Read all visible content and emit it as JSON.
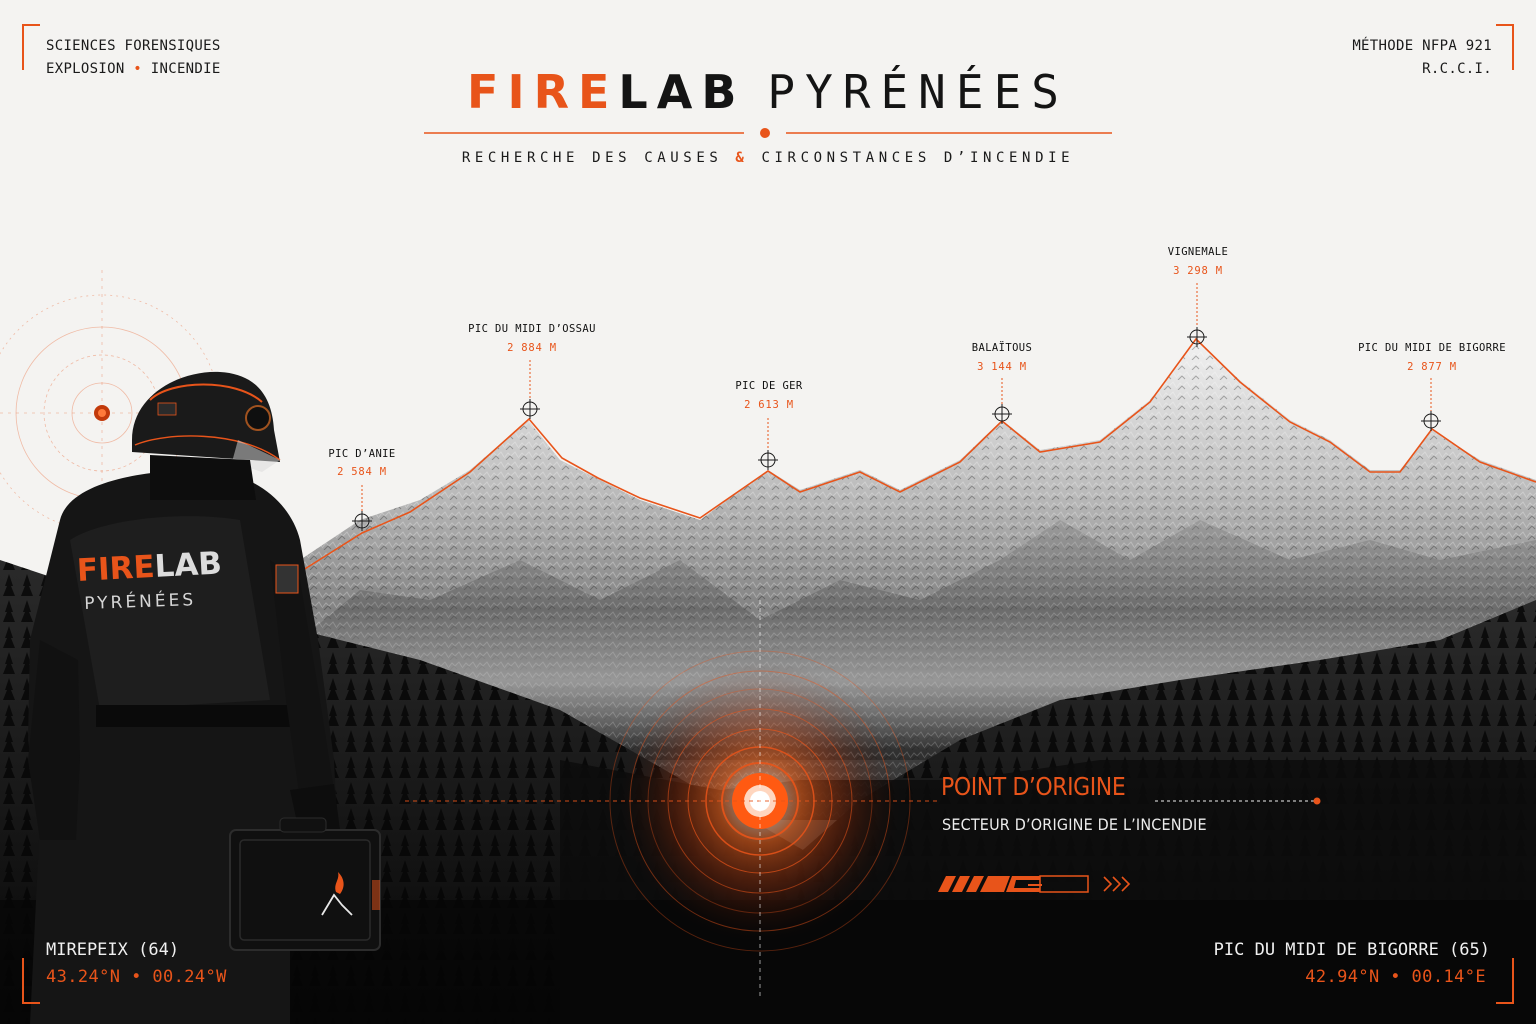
{
  "header": {
    "corner_tl_line1": "SCIENCES FORENSIQUES",
    "corner_tl_line2_a": "EXPLOSION",
    "corner_tl_line2_sep": "•",
    "corner_tl_line2_b": "INCENDIE",
    "corner_tr_line1": "MÉTHODE NFPA 921",
    "corner_tr_line2": "R.C.C.I.",
    "title_fire": "FIRE",
    "title_lab": "LAB",
    "title_pyrenees": "PYRÉNÉES",
    "subtitle_a": "RECHERCHE DES CAUSES",
    "subtitle_amp": "&",
    "subtitle_b": "CIRCONSTANCES D’INCENDIE"
  },
  "peaks": [
    {
      "name": "PIC D’ANIE",
      "altitude": "2 584 M"
    },
    {
      "name": "PIC DU MIDI D’OSSAU",
      "altitude": "2 884 M"
    },
    {
      "name": "PIC DE GER",
      "altitude": "2 613 M"
    },
    {
      "name": "BALAÏTOUS",
      "altitude": "3 144 M"
    },
    {
      "name": "VIGNEMALE",
      "altitude": "3 298 M"
    },
    {
      "name": "PIC DU MIDI DE BIGORRE",
      "altitude": "2 877 M"
    }
  ],
  "origin": {
    "title": "POINT D’ORIGINE",
    "subtitle": "SECTEUR D’ORIGINE DE L’INCENDIE"
  },
  "jacket": {
    "fire": "FIRE",
    "lab": "LAB",
    "pyrenees": "PYRÉNÉES"
  },
  "footer": {
    "left_location": "MIREPEIX (64)",
    "left_coords": "43.24°N • 00.24°W",
    "right_location": "PIC DU MIDI DE BIGORRE (65)",
    "right_coords": "42.94°N • 00.14°E"
  },
  "colors": {
    "accent": "#e8541a",
    "background": "#f4f3f1",
    "dark": "#141414"
  }
}
